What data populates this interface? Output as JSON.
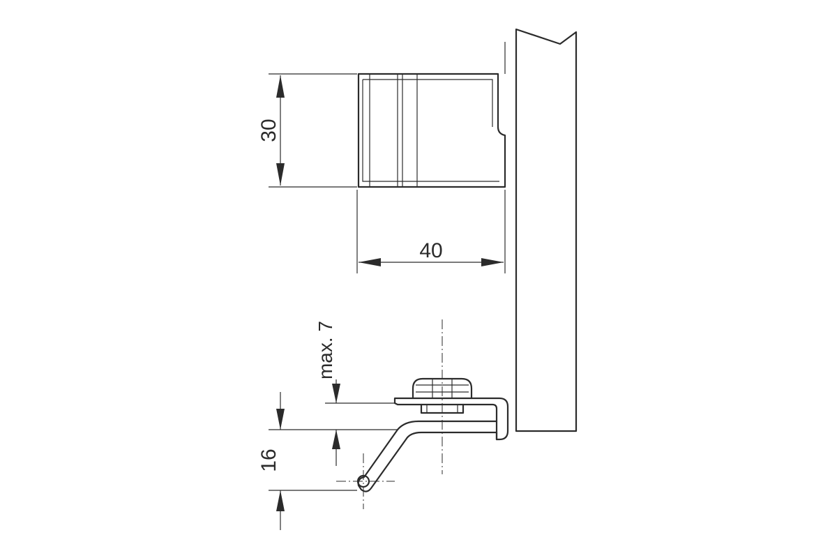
{
  "dimensions": {
    "height_top": "30",
    "width_top": "40",
    "max_depth": "max. 7",
    "height_bottom": "16"
  },
  "colors": {
    "line": "#2b2b2b",
    "background": "#ffffff"
  }
}
